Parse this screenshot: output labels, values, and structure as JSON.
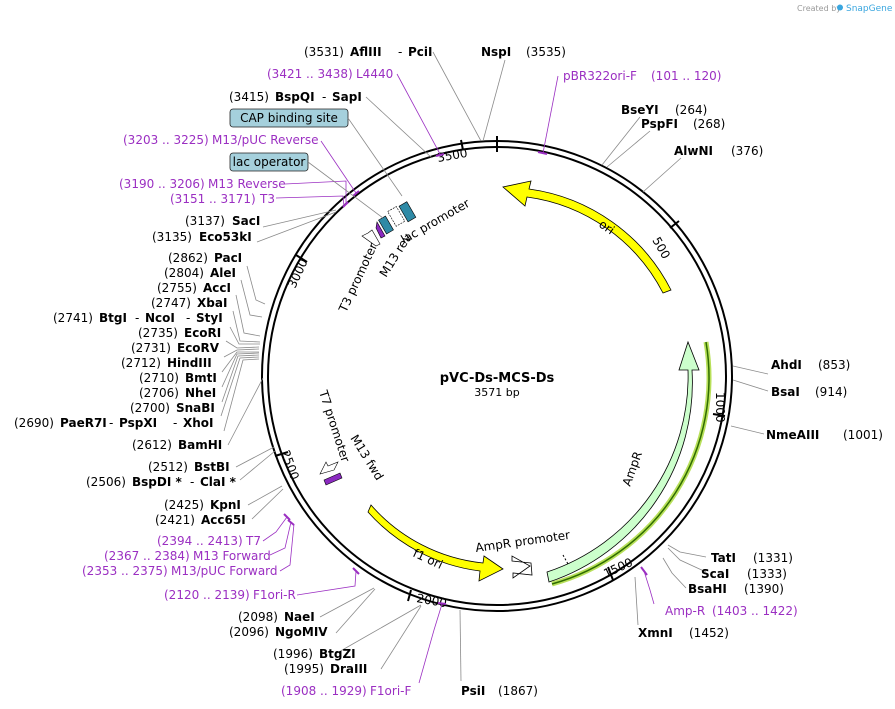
{
  "watermark": {
    "created_by": "Created by",
    "brand": "SnapGene"
  },
  "plasmid": {
    "name": "pVC-Ds-MCS-Ds",
    "size": "3571 bp"
  },
  "ticks": [
    "500",
    "1000",
    "1500",
    "2000",
    "2500",
    "3000",
    "3500"
  ],
  "features": {
    "ori": "ori",
    "ampr": "AmpR",
    "ampr_promoter": "AmpR promoter",
    "f1ori": "f1 ori",
    "lac_promoter": "lac promoter",
    "m13rev": "M13 rev",
    "t3_promoter": "T3 promoter",
    "t7_promoter": "T7 promoter",
    "m13fwd": "M13 fwd"
  },
  "boxes": {
    "cap": "CAP binding site",
    "lac_operator": "lac operator"
  },
  "sites": [
    {
      "num": "(3531)",
      "name": "AflIII",
      "name2": "PciI"
    },
    {
      "num": "(3535)",
      "name": "NspI"
    },
    {
      "num": "(3415)",
      "name": "BspQI",
      "name2": "SapI"
    },
    {
      "num": "(264)",
      "name": "BseYI"
    },
    {
      "num": "(268)",
      "name": "PspFI"
    },
    {
      "num": "(376)",
      "name": "AlwNI"
    },
    {
      "num": "(3137)",
      "name": "SacI"
    },
    {
      "num": "(3135)",
      "name": "Eco53kI"
    },
    {
      "num": "(2862)",
      "name": "PacI"
    },
    {
      "num": "(2804)",
      "name": "AleI"
    },
    {
      "num": "(2755)",
      "name": "AccI"
    },
    {
      "num": "(2747)",
      "name": "XbaI"
    },
    {
      "num": "(2741)",
      "name": "BtgI",
      "name2": "NcoI",
      "name3": "StyI"
    },
    {
      "num": "(2735)",
      "name": "EcoRI"
    },
    {
      "num": "(2731)",
      "name": "EcoRV"
    },
    {
      "num": "(2712)",
      "name": "HindIII"
    },
    {
      "num": "(2710)",
      "name": "BmtI"
    },
    {
      "num": "(2706)",
      "name": "NheI"
    },
    {
      "num": "(2700)",
      "name": "SnaBI"
    },
    {
      "num": "(2690)",
      "name": "PaeR7I",
      "name2": "PspXI",
      "name3": "XhoI"
    },
    {
      "num": "(2612)",
      "name": "BamHI"
    },
    {
      "num": "(853)",
      "name": "AhdI"
    },
    {
      "num": "(914)",
      "name": "BsaI"
    },
    {
      "num": "(1001)",
      "name": "NmeAIII"
    },
    {
      "num": "(2512)",
      "name": "BstBI"
    },
    {
      "num": "(2506)",
      "name": "BspDI *",
      "name2": "ClaI *"
    },
    {
      "num": "(2425)",
      "name": "KpnI"
    },
    {
      "num": "(2421)",
      "name": "Acc65I"
    },
    {
      "num": "(1331)",
      "name": "TatI"
    },
    {
      "num": "(1333)",
      "name": "ScaI"
    },
    {
      "num": "(1390)",
      "name": "BsaHI"
    },
    {
      "num": "(1452)",
      "name": "XmnI"
    },
    {
      "num": "(2098)",
      "name": "NaeI"
    },
    {
      "num": "(2096)",
      "name": "NgoMIV"
    },
    {
      "num": "(1996)",
      "name": "BtgZI"
    },
    {
      "num": "(1995)",
      "name": "DraIII"
    },
    {
      "num": "(1867)",
      "name": "PsiI"
    }
  ],
  "primers": [
    {
      "range": "(3421 .. 3438)",
      "name": "L4440"
    },
    {
      "range": "(101 .. 120)",
      "name": "pBR322ori-F"
    },
    {
      "range": "(3203 .. 3225)",
      "name": "M13/pUC Reverse"
    },
    {
      "range": "(3190 .. 3206)",
      "name": "M13 Reverse"
    },
    {
      "range": "(3151 .. 3171)",
      "name": "T3"
    },
    {
      "range": "(2394 .. 2413)",
      "name": "T7"
    },
    {
      "range": "(2367 .. 2384)",
      "name": "M13 Forward"
    },
    {
      "range": "(2353 .. 2375)",
      "name": "M13/pUC Forward"
    },
    {
      "range": "(2120 .. 2139)",
      "name": "F1ori-R"
    },
    {
      "range": "(1403 .. 1422)",
      "name": "Amp-R"
    },
    {
      "range": "(1908 .. 1929)",
      "name": "F1ori-F"
    }
  ],
  "colors": {
    "ori": "#ffff00",
    "ampr": "#ccffcc",
    "primer": "#9b2fc2",
    "box": "#a5d0dc",
    "backbone": "#000000"
  }
}
